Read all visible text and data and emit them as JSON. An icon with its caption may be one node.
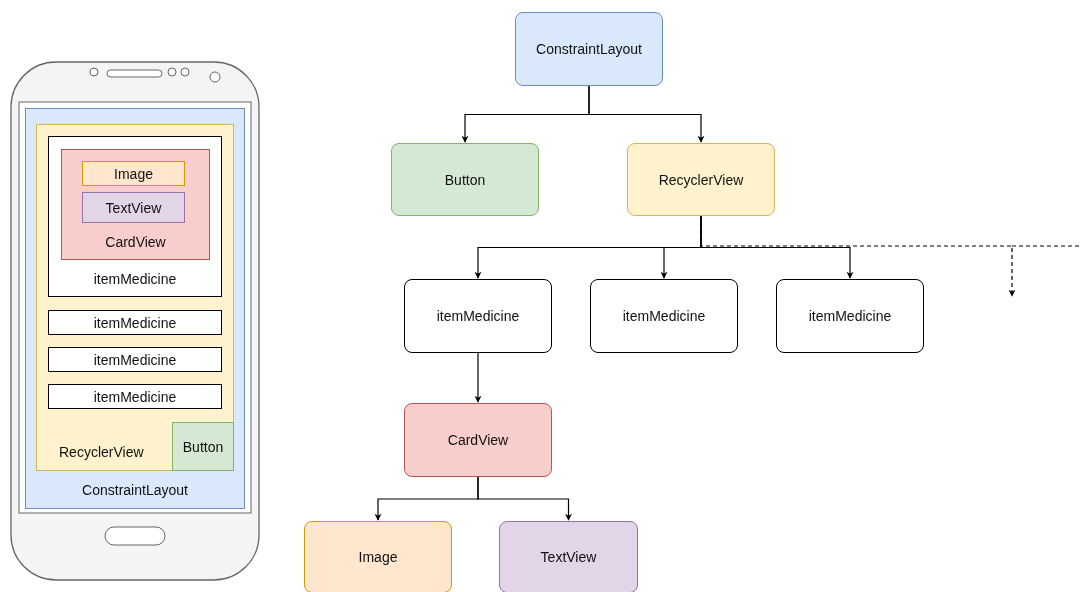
{
  "diagram": {
    "nodes": [
      {
        "text": [
          "ConstraintLayout"
        ]
      },
      {
        "text": [
          "RecyclerView"
        ],
        "in": 0
      },
      {
        "text": [
          "itemMedicine"
        ],
        "in": 1
      },
      {
        "text": [
          "CardView"
        ],
        "in": 2
      },
      {
        "text": [
          "Image"
        ],
        "in": 3
      },
      {
        "text": [
          "TextView"
        ],
        "in": 3
      },
      {
        "text": [
          "itemMedicine"
        ],
        "in": 1
      },
      {
        "text": [
          "itemMedicine"
        ],
        "in": 1
      },
      {
        "text": [
          "itemMedicine"
        ],
        "in": 1
      },
      {
        "text": [
          "Button"
        ],
        "in": 1
      },
      {
        "text": [
          "ConstraintLayout"
        ]
      },
      {
        "text": [
          "Button"
        ]
      },
      {
        "text": [
          "RecyclerView"
        ]
      },
      {
        "text": [
          "itemMedicine"
        ]
      },
      {
        "text": [
          "itemMedicine"
        ]
      },
      {
        "text": [
          "itemMedicine"
        ]
      },
      {
        "text": [
          "CardView"
        ]
      },
      {
        "text": [
          "Image"
        ]
      },
      {
        "text": [
          "TextView"
        ]
      }
    ],
    "edges": [
      {
        "from": 10,
        "to": 11,
        "arrow": "to"
      },
      {
        "from": 10,
        "to": 12,
        "arrow": "to"
      },
      {
        "from": 12,
        "to": 13,
        "arrow": "to"
      },
      {
        "from": 12,
        "to": 14,
        "arrow": "to"
      },
      {
        "from": 12,
        "to": 15,
        "arrow": "to"
      },
      {
        "from": 12,
        "to": null,
        "arrow": "to",
        "style": "dashed"
      },
      {
        "from": 13,
        "to": 16,
        "arrow": "to"
      },
      {
        "from": 16,
        "to": 17,
        "arrow": "to"
      },
      {
        "from": 16,
        "to": 18,
        "arrow": "to"
      }
    ]
  }
}
